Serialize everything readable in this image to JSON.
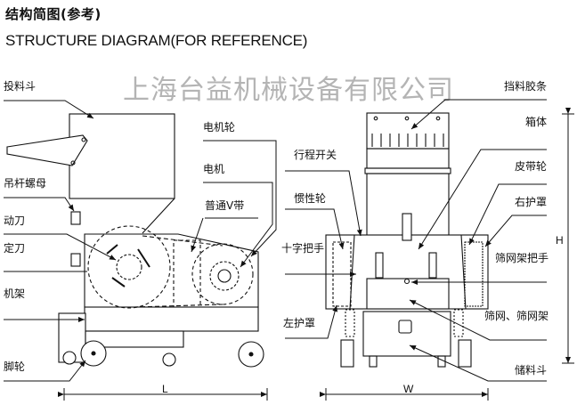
{
  "header": {
    "title_cn": "结构简图(参考)",
    "title_en": "STRUCTURE DIAGRAM(FOR REFERENCE)",
    "watermark": "上海台益机械设备有限公司"
  },
  "side_view": {
    "labels": [
      {
        "id": "hopper",
        "text": "投料斗"
      },
      {
        "id": "motor-pulley",
        "text": "电机轮"
      },
      {
        "id": "motor",
        "text": "电机"
      },
      {
        "id": "hanger-nut",
        "text": "吊杆螺母"
      },
      {
        "id": "v-belt",
        "text": "普通V带"
      },
      {
        "id": "moving-blade",
        "text": "动刀"
      },
      {
        "id": "fixed-blade",
        "text": "定刀"
      },
      {
        "id": "frame",
        "text": "机架"
      },
      {
        "id": "caster",
        "text": "脚轮"
      }
    ],
    "dimension": "L"
  },
  "front_view": {
    "labels": [
      {
        "id": "rubber-strip",
        "text": "挡料胶条"
      },
      {
        "id": "cabinet",
        "text": "箱体"
      },
      {
        "id": "travel-switch",
        "text": "行程开关"
      },
      {
        "id": "belt-pulley",
        "text": "皮带轮"
      },
      {
        "id": "flywheel",
        "text": "惯性轮"
      },
      {
        "id": "right-cover",
        "text": "右护罩"
      },
      {
        "id": "cross-handle",
        "text": "十字把手"
      },
      {
        "id": "screen-frame-handle",
        "text": "筛网架把手"
      },
      {
        "id": "left-cover",
        "text": "左护罩"
      },
      {
        "id": "screen",
        "text": "筛网、筛网架"
      },
      {
        "id": "storage-bin",
        "text": "储料斗"
      }
    ],
    "dimension_width": "W",
    "dimension_height": "H"
  }
}
